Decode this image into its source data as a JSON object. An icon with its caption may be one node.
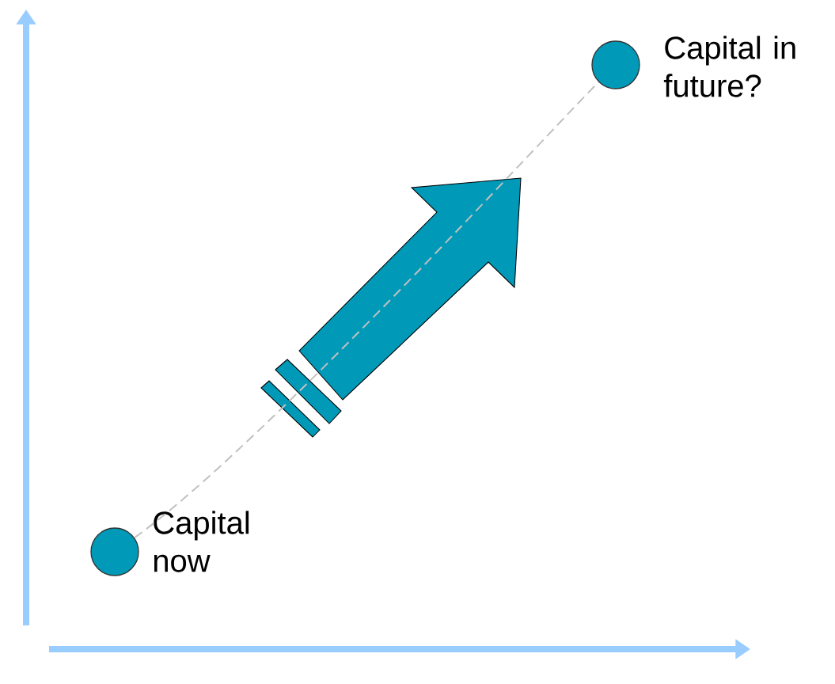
{
  "diagram": {
    "nodes": [
      {
        "text": [],
        "shape": "circle",
        "beside": [
          "Capital now"
        ]
      },
      {
        "text": [],
        "shape": "circle",
        "beside": [
          "Capital in future?"
        ]
      }
    ],
    "edges": [
      {
        "from": 0,
        "to": 1,
        "arrow": "none",
        "style": "dashed",
        "color": "#c0c0c0"
      }
    ]
  }
}
